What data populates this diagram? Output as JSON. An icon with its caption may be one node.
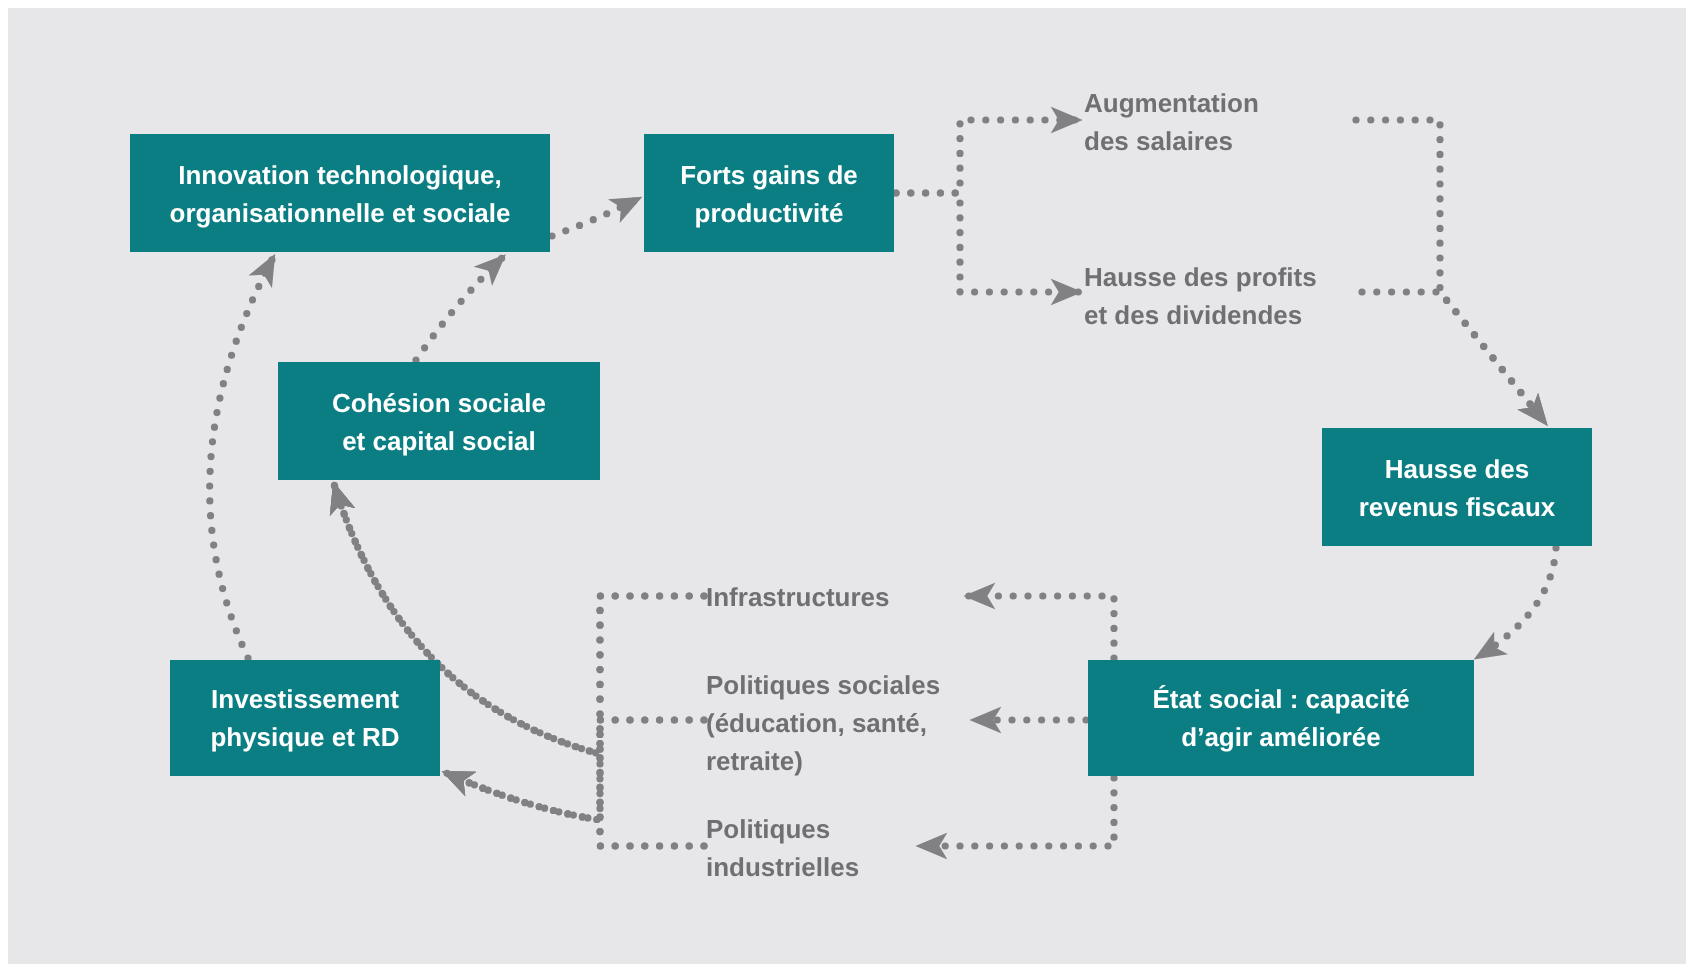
{
  "diagram": {
    "nodes": [
      {
        "text": [
          "Innovation technologique, organisationnelle et sociale"
        ]
      },
      {
        "text": [
          "Forts gains de productivité"
        ]
      },
      {
        "text": [
          "Augmentation des salaires"
        ]
      },
      {
        "text": [
          "Hausse des profits et des dividendes"
        ]
      },
      {
        "text": [
          "Hausse des revenus fiscaux"
        ]
      },
      {
        "text": [
          "État social : capacité d’agir améliorée"
        ]
      },
      {
        "text": [
          "Infrastructures"
        ]
      },
      {
        "text": [
          "Politiques sociales (éducation, santé, retraite)"
        ]
      },
      {
        "text": [
          "Politiques industrielles"
        ]
      },
      {
        "text": [
          "Investissement physique et RD"
        ]
      },
      {
        "text": [
          "Cohésion sociale et capital social"
        ]
      }
    ],
    "edges": [
      {
        "from": 0,
        "to": 1,
        "arrow": "to"
      },
      {
        "from": 1,
        "to": 2,
        "arrow": "to"
      },
      {
        "from": 1,
        "to": 3,
        "arrow": "to"
      },
      {
        "from": 2,
        "to": 4,
        "arrow": "to"
      },
      {
        "from": 3,
        "to": 4,
        "arrow": "to"
      },
      {
        "from": 4,
        "to": 5,
        "arrow": "to"
      },
      {
        "from": 5,
        "to": 6,
        "arrow": "to"
      },
      {
        "from": 5,
        "to": 7,
        "arrow": "to"
      },
      {
        "from": 5,
        "to": 8,
        "arrow": "to"
      },
      {
        "from": 6,
        "to": 10,
        "arrow": "to"
      },
      {
        "from": 7,
        "to": 10,
        "arrow": "to"
      },
      {
        "from": 8,
        "to": 10,
        "arrow": "to"
      },
      {
        "from": 6,
        "to": 9,
        "arrow": "to"
      },
      {
        "from": 7,
        "to": 9,
        "arrow": "to"
      },
      {
        "from": 8,
        "to": 9,
        "arrow": "to"
      },
      {
        "from": 9,
        "to": 0,
        "arrow": "to"
      },
      {
        "from": 10,
        "to": 0,
        "arrow": "to"
      }
    ]
  }
}
